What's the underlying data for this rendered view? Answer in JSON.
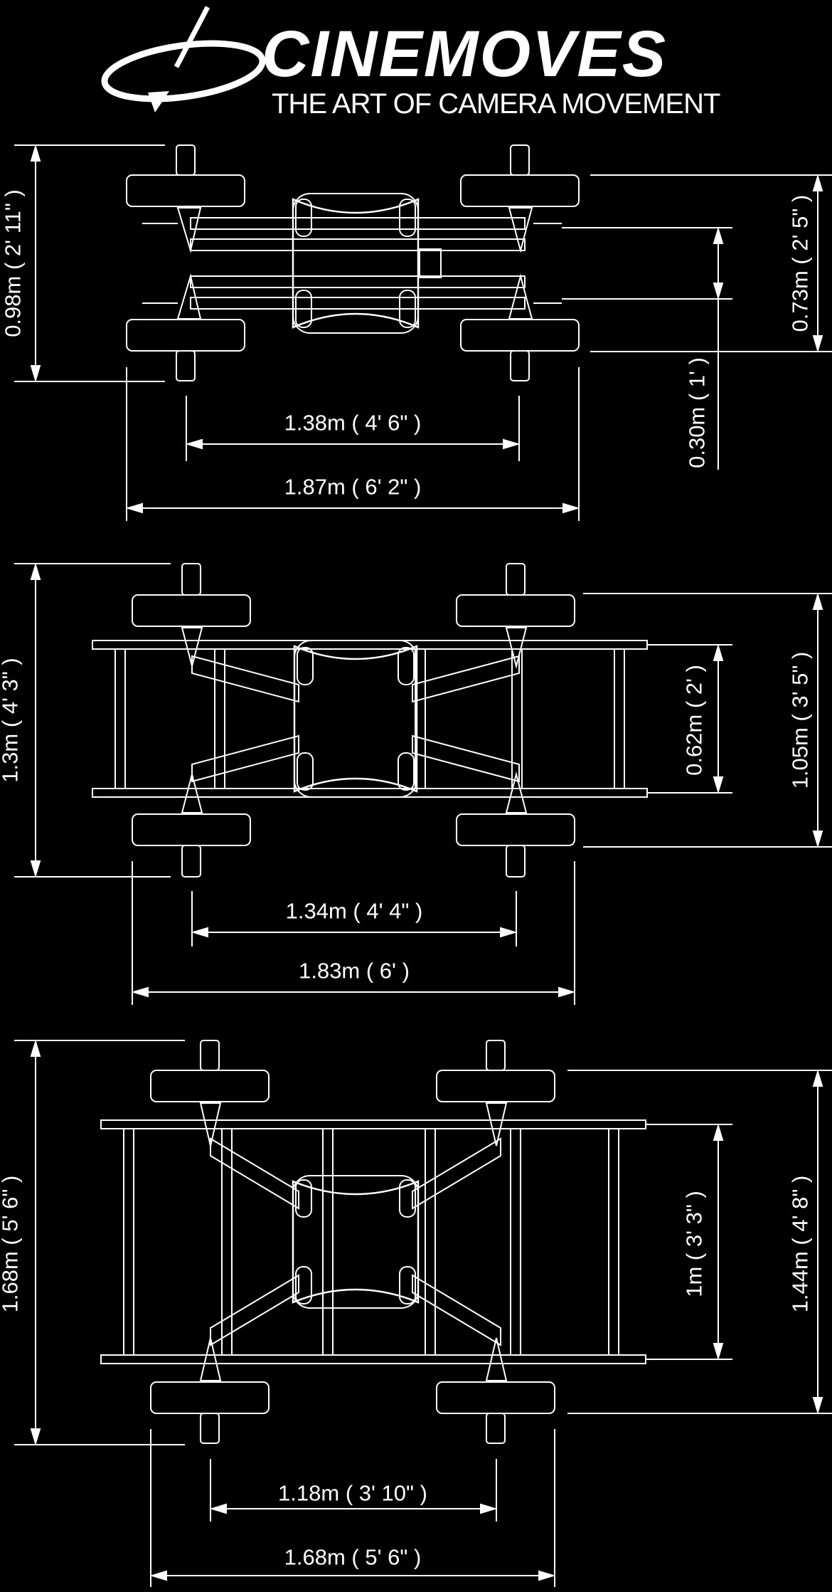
{
  "brand": {
    "name": "CINEMOVES",
    "tagline": "THE ART OF CAMERA MOVEMENT"
  },
  "colors": {
    "background": "#000000",
    "line": "#ffffff"
  },
  "diagrams": [
    {
      "id": "configuration-1",
      "dimensions": {
        "overall_height": "0.98m ( 2' 11\" )",
        "wheel_span_height": "0.73m ( 2' 5\" )",
        "rail_gap": "0.30m ( 1' )",
        "wheelbase": "1.38m ( 4' 6\" )",
        "overall_length": "1.87m ( 6' 2\" )"
      }
    },
    {
      "id": "configuration-2",
      "dimensions": {
        "overall_height": "1.3m ( 4' 3\" )",
        "rail_gap": "0.62m ( 2' )",
        "wheel_span_height": "1.05m ( 3' 5\" )",
        "wheelbase": "1.34m ( 4' 4\" )",
        "overall_length": "1.83m ( 6' )"
      }
    },
    {
      "id": "configuration-3",
      "dimensions": {
        "overall_height": "1.68m ( 5' 6\" )",
        "rail_gap": "1m ( 3' 3\" )",
        "wheel_span_height": "1.44m ( 4' 8\" )",
        "wheelbase": "1.18m ( 3' 10\" )",
        "overall_length": "1.68m ( 5' 6\" )"
      }
    }
  ]
}
